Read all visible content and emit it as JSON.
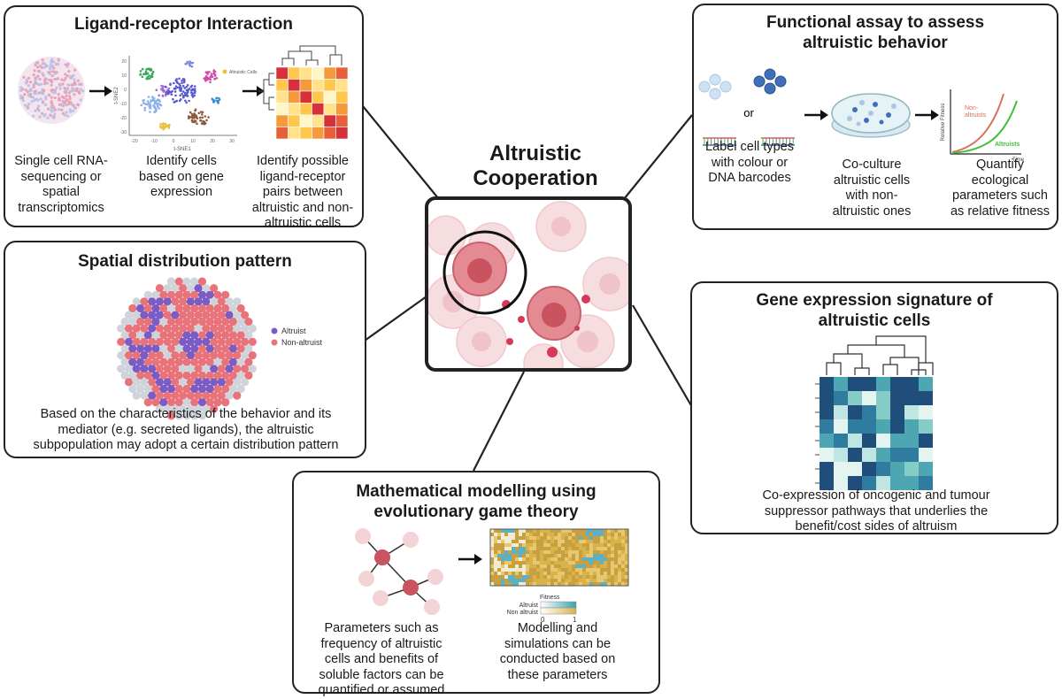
{
  "center": {
    "title": "Altruistic\nCooperation"
  },
  "ligand_panel": {
    "title": "Ligand-receptor Interaction",
    "step1": "Single cell RNA-\nsequencing or\nspatial\ntranscriptomics",
    "step2": "Identify cells\nbased on gene\nexpression",
    "step3": "Identify possible\nligand-receptor\npairs between\naltruistic and non-\naltruistic cells",
    "tsne_xlabel": "t-SNE1",
    "tsne_ylabel": "t-SNE2",
    "tsne_legend": "Altruistic Cells",
    "x_ticks": [
      "-20",
      "-10",
      "0",
      "10",
      "20",
      "30"
    ],
    "y_ticks": [
      "20",
      "10",
      "0",
      "-10",
      "-20",
      "-30"
    ]
  },
  "functional_panel": {
    "title": "Functional assay to assess\naltruistic behavior",
    "or_label": "or",
    "step1": "Label cell types\nwith colour or\nDNA barcodes",
    "step2": "Co-culture\naltruistic cells\nwith non-\naltruistic ones",
    "step3": "Quantify\necological\nparameters such\nas relative fitness",
    "plot_ylabel": "Relative Fitness",
    "plot_xlabel": "Time",
    "series_nonaltruists": "Non-\naltruists",
    "series_altruists": "Altruists"
  },
  "spatial_panel": {
    "title": "Spatial distribution pattern",
    "legend_altruist": "Altruist",
    "legend_nonaltruist": "Non-altruist",
    "caption": "Based on the characteristics of the behavior and its\nmediator (e.g. secreted ligands), the altruistic\nsubpopulation may adopt a certain distribution pattern"
  },
  "gene_panel": {
    "title": "Gene expression signature of\naltruistic cells",
    "caption": "Co-expression of oncogenic and tumour\nsuppressor pathways that underlies the\nbenefit/cost sides of altruism"
  },
  "math_panel": {
    "title": "Mathematical modelling using\nevolutionary game theory",
    "caption_left": "Parameters such as\nfrequency of altruistic\ncells and benefits of\nsoluble factors can be\nquantified or assumed",
    "caption_right": "Modelling and\nsimulations can be\nconducted based on\nthese parameters",
    "fitness_label": "Fitness",
    "row_altruist": "Altruist",
    "row_nonaltruist": "Non altruist",
    "scale_min": "0",
    "scale_max": "1"
  },
  "colors": {
    "altruist": "#7b5cc4",
    "nonaltruist": "#e8737a",
    "empty": "#cfd3da",
    "accent_red": "#e05a6a",
    "teal_dark": "#1f4e7a",
    "teal_mid": "#4fa6b3",
    "teal_light": "#bfe6e3"
  }
}
